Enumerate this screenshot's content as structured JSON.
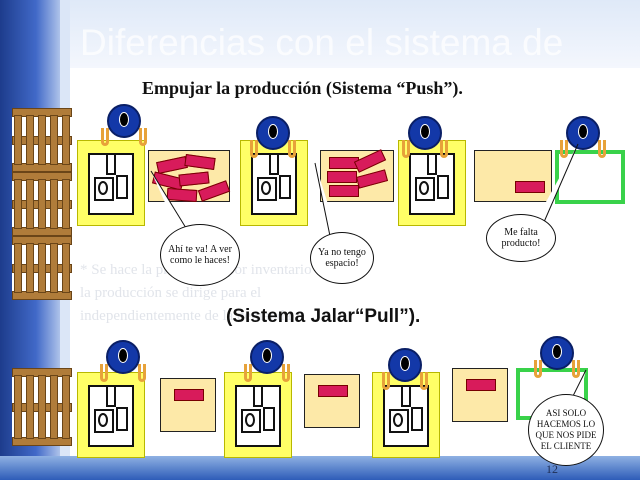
{
  "slide": {
    "title": "Diferencias con el sistema de",
    "page_number": "12",
    "background_lines": [
      "* Se hace la producción por inventario",
      "la producción se dirige para el ",
      "independientemente de la demanda"
    ]
  },
  "push": {
    "heading": "Empujar la producción (Sistema “Push”).",
    "bubbles": [
      {
        "text": "Ahí te va! A ver como le haces!"
      },
      {
        "text": "Ya no tengo espacio!"
      },
      {
        "text": "Me falta producto!"
      }
    ]
  },
  "pull": {
    "heading": "(Sistema Jalar“Pull”).",
    "bubbles": [
      {
        "text": "ASI SOLO HACEMOS LO QUE NOS PIDE EL CLIENTE"
      }
    ]
  },
  "colors": {
    "station": "#ffff66",
    "buffer": "#fde9a8",
    "product": "#d81b5b",
    "worker": "#1338a8",
    "customer_frame": "#39d24a",
    "pallet": "#b07c3a"
  },
  "icons": [
    "pallet-icon",
    "worker-icon",
    "machine-icon",
    "product-box-icon"
  ]
}
